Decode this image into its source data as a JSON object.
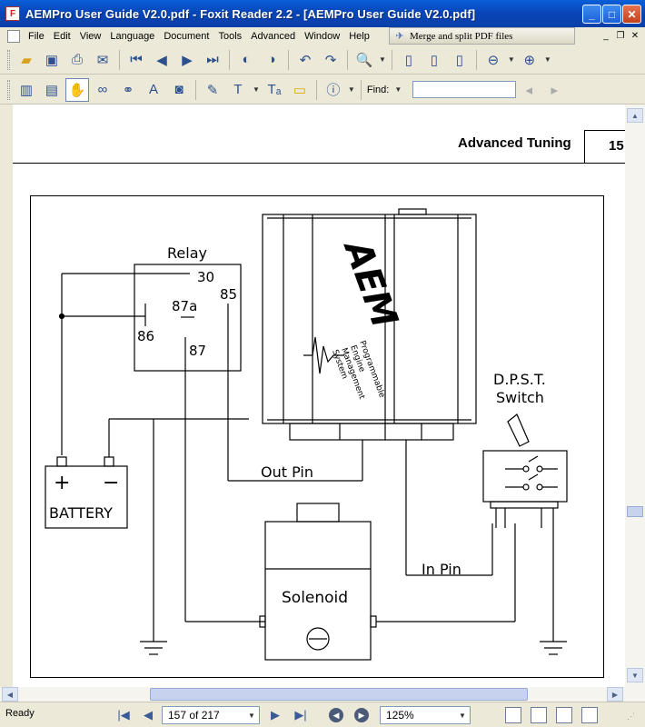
{
  "window": {
    "title": "AEMPro User Guide V2.0.pdf - Foxit Reader 2.2 - [AEMPro User Guide V2.0.pdf]",
    "min": "_",
    "max": "□",
    "close": "✕"
  },
  "menu": [
    "File",
    "Edit",
    "View",
    "Language",
    "Document",
    "Tools",
    "Advanced",
    "Window",
    "Help"
  ],
  "ad_text": "Merge and split PDF files",
  "find_label": "Find:",
  "document": {
    "header": "Advanced Tuning",
    "page_number": "15",
    "diagram": {
      "relay_label": "Relay",
      "pins": [
        "30",
        "87a",
        "85",
        "86",
        "87"
      ],
      "ecu_text_lines": [
        "Programmable",
        "Engine",
        "Management",
        "System"
      ],
      "ecu_logo": "AEM",
      "switch_label_1": "D.P.S.T.",
      "switch_label_2": "Switch",
      "out_pin": "Out Pin",
      "in_pin": "In Pin",
      "battery": "BATTERY",
      "solenoid": "Solenoid",
      "plus": "+",
      "minus": "−"
    }
  },
  "status": {
    "ready": "Ready",
    "page_field": "157 of 217",
    "zoom": "125%"
  },
  "icons": {
    "nav_first": "|◀",
    "nav_prev": "◀",
    "nav_next": "▶",
    "nav_last": "▶|"
  }
}
